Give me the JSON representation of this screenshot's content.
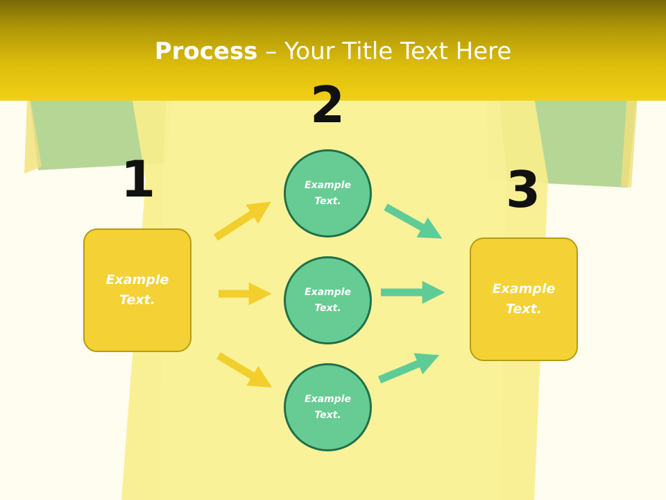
{
  "title": {
    "bold": "Process",
    "rest": " – Your Title Text Here"
  },
  "steps": {
    "one": {
      "number": "1",
      "box_text_line1": "Example",
      "box_text_line2": "Text."
    },
    "two": {
      "number": "2",
      "circles": [
        {
          "line1": "Example",
          "line2": "Text."
        },
        {
          "line1": "Example",
          "line2": "Text."
        },
        {
          "line1": "Example",
          "line2": "Text."
        }
      ]
    },
    "three": {
      "number": "3",
      "box_text_line1": "Example",
      "box_text_line2": "Text."
    }
  },
  "colors": {
    "title_band": "#dcbd0d",
    "box_fill": "#f4d134",
    "box_border": "#b79a10",
    "circle_fill": "#66cc93",
    "circle_border": "#20704a",
    "arrow_yellow": "#f2cf2c",
    "arrow_green": "#5fcc98",
    "background": "#fffcf0"
  }
}
